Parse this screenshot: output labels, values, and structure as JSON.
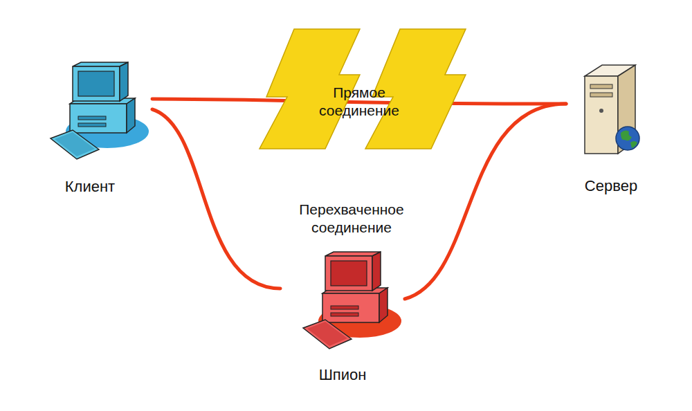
{
  "diagram": {
    "nodes": [
      {
        "text": [
          "Клиент"
        ]
      },
      {
        "text": [
          "Сервер"
        ]
      },
      {
        "text": [
          "Шпион"
        ]
      }
    ],
    "edges": [
      {
        "from": 0,
        "to": 1,
        "label": "Прямое соединение",
        "arrow": "none"
      },
      {
        "from": 0,
        "to": 2,
        "arrow": "none"
      },
      {
        "from": 2,
        "to": 1,
        "arrow": "none"
      }
    ],
    "labels": [
      "Перехваченное соединение"
    ]
  }
}
